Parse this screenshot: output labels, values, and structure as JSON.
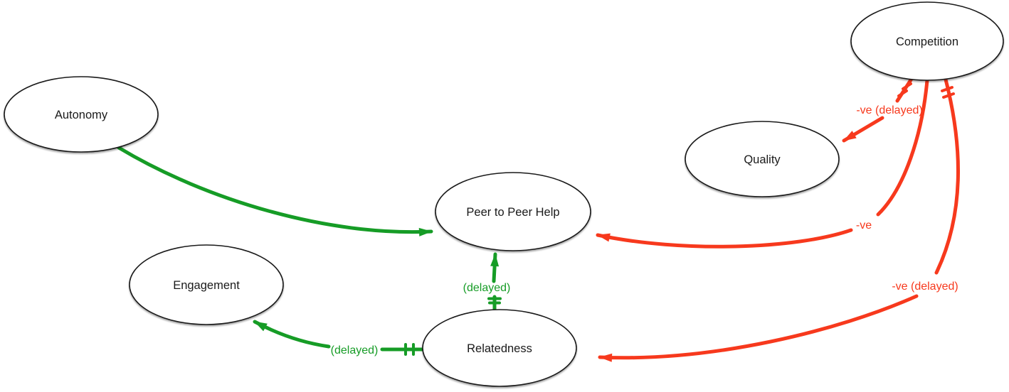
{
  "diagram": {
    "type": "causal-loop-diagram",
    "background": "#ffffff",
    "colors": {
      "positive": "#169c26",
      "negative": "#f7391d",
      "node_fill": "#ffffff",
      "node_outline": "#1a1a1a",
      "text": "#1a1a1a"
    },
    "nodes": [
      {
        "id": "autonomy",
        "label": "Autonomy"
      },
      {
        "id": "competition",
        "label": "Competition"
      },
      {
        "id": "quality",
        "label": "Quality"
      },
      {
        "id": "peer_to_peer_help",
        "label": "Peer to Peer Help"
      },
      {
        "id": "engagement",
        "label": "Engagement"
      },
      {
        "id": "relatedness",
        "label": "Relatedness"
      }
    ],
    "edges": [
      {
        "from": "Autonomy",
        "to": "Peer to Peer Help",
        "polarity": "positive",
        "label": "",
        "delay_marks": false
      },
      {
        "from": "Competition",
        "to": "Quality",
        "polarity": "negative",
        "label": "-ve (delayed)",
        "delay_marks": true
      },
      {
        "from": "Competition",
        "to": "Peer to Peer Help",
        "polarity": "negative",
        "label": "-ve",
        "delay_marks": false
      },
      {
        "from": "Competition",
        "to": "Relatedness",
        "polarity": "negative",
        "label": "-ve (delayed)",
        "delay_marks": true
      },
      {
        "from": "Relatedness",
        "to": "Peer to Peer Help",
        "polarity": "positive",
        "label": "(delayed)",
        "delay_marks": true
      },
      {
        "from": "Relatedness",
        "to": "Engagement",
        "polarity": "positive",
        "label": "(delayed)",
        "delay_marks": true
      }
    ]
  }
}
